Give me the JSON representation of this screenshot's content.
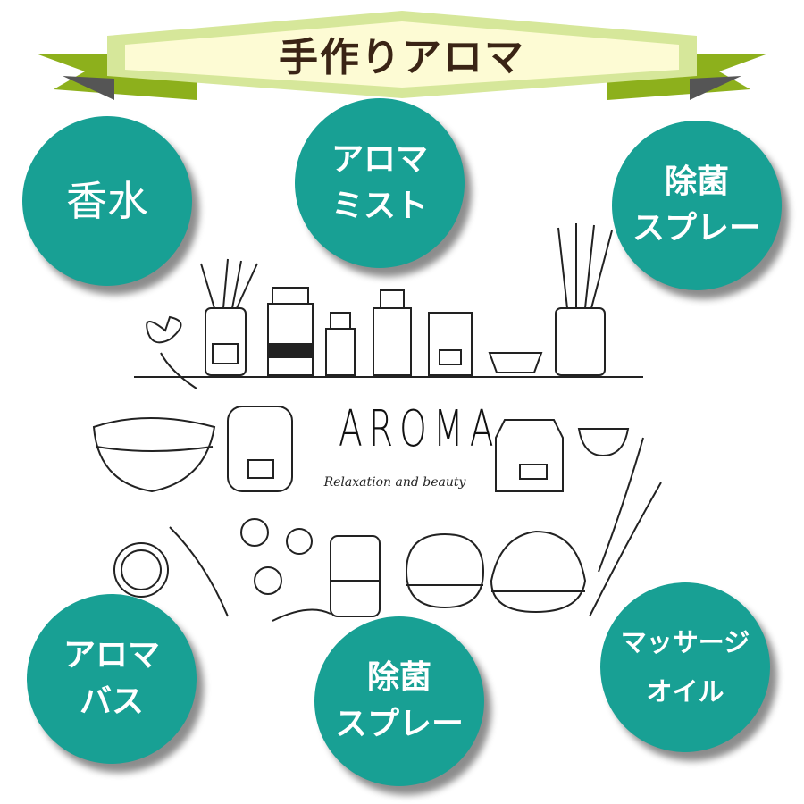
{
  "banner": {
    "title": "手作りアロマ",
    "colors": {
      "ribbon": "#8db01c",
      "band": "#d6e79a",
      "fill": "#fdfbd4",
      "text": "#3a2415"
    }
  },
  "circles": [
    {
      "lines": [
        "香水"
      ]
    },
    {
      "lines": [
        "アロマ",
        "ミスト"
      ]
    },
    {
      "lines": [
        "除菌",
        "スプレー"
      ]
    },
    {
      "lines": [
        "アロマ",
        "バス"
      ]
    },
    {
      "lines": [
        "除菌",
        "スプレー"
      ]
    },
    {
      "lines": [
        "マッサージ",
        "オイル"
      ]
    }
  ],
  "center": {
    "heading": "AROMA",
    "tagline": "Relaxation and beauty"
  },
  "colors": {
    "circle": "#18a094"
  }
}
